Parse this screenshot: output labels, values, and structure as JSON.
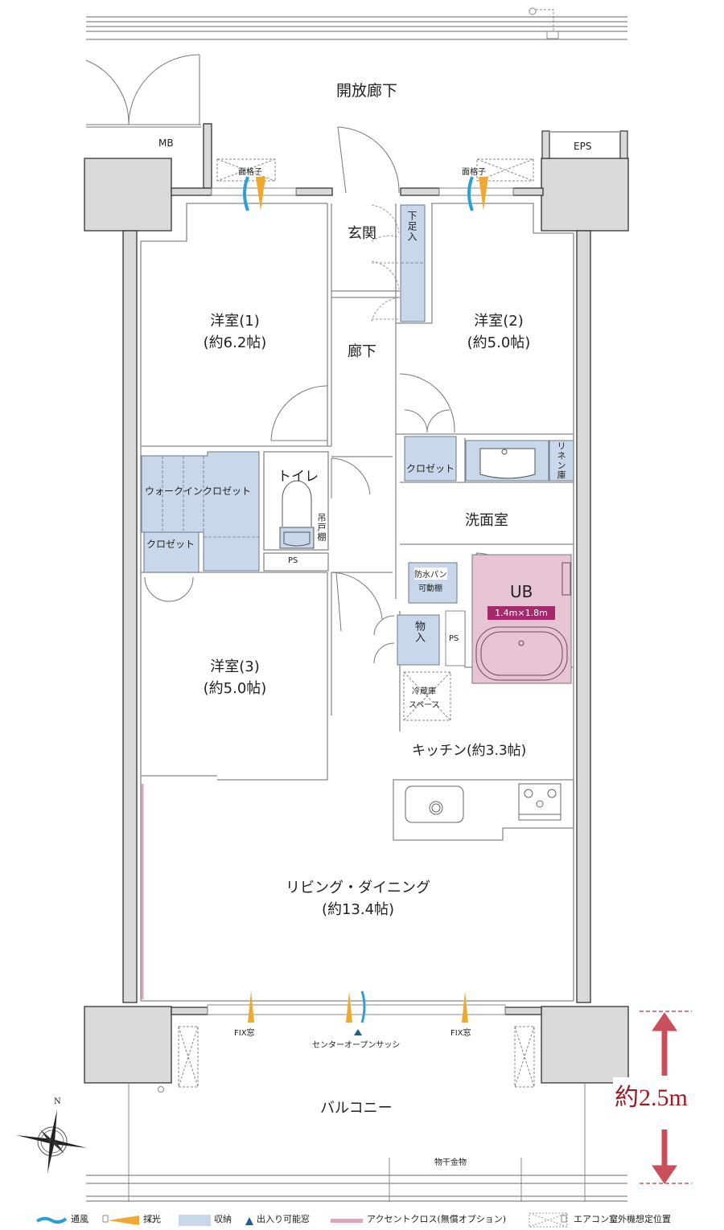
{
  "plan": {
    "corridor_label": "開放廊下",
    "mb_label": "MB",
    "eps_label": "EPS",
    "grille_label": "面格子",
    "rooms": {
      "western1": {
        "name": "洋室(1)",
        "size": "(約6.2帖)"
      },
      "western2": {
        "name": "洋室(2)",
        "size": "(約5.0帖)"
      },
      "western3": {
        "name": "洋室(3)",
        "size": "(約5.0帖)"
      },
      "entrance": "玄関",
      "hallway": "廊下",
      "shoe_storage": "下足入",
      "walk_in_closet": "ウォークインクロゼット",
      "closet_a": "クロゼット",
      "closet_b": "クロゼット",
      "toilet": "トイレ",
      "hanging_cabinet": "吊戸棚",
      "ps_toilet": "PS",
      "washroom": "洗面室",
      "linen": "リネン庫",
      "waterproof_pan": "防水パン",
      "movable_shelf": "可動棚",
      "storage": "物入",
      "ps_kitchen": "PS",
      "unit_bath": {
        "name": "UB",
        "size": "1.4m×1.8m"
      },
      "fridge_space": [
        "冷蔵庫",
        "スペース"
      ],
      "kitchen": "キッチン(約3.3帖)",
      "living": {
        "name": "リビング・ダイニング",
        "size": "(約13.4帖)"
      },
      "balcony": "バルコニー"
    },
    "windows": {
      "fix_left": "FIX窓",
      "fix_right": "FIX窓",
      "center": "センターオープンサッシ"
    },
    "laundry_hardware": "物干金物",
    "balcony_depth": "約2.5m",
    "compass_north": "N"
  },
  "legend": [
    {
      "key": "ventilation",
      "label": "通風",
      "color": "#2b9fd6"
    },
    {
      "key": "daylight",
      "label": "採光",
      "color": "#f0a830"
    },
    {
      "key": "storage",
      "label": "収納",
      "color": "#c8d8ea"
    },
    {
      "key": "accessible_window",
      "label": "出入り可能窓",
      "color": "#1f5f8f"
    },
    {
      "key": "accent_cloth",
      "label": "アクセントクロス(無償オプション)",
      "color": "#d9a6bd"
    },
    {
      "key": "ac_outdoor_unit",
      "label": "エアコン室外機想定位置",
      "color": "#9a9a9a"
    }
  ],
  "colors": {
    "wall": "#d9d9d9",
    "storage": "#c8d8ea",
    "bath": "#e6c4d4",
    "dimension": "#c9505b"
  }
}
